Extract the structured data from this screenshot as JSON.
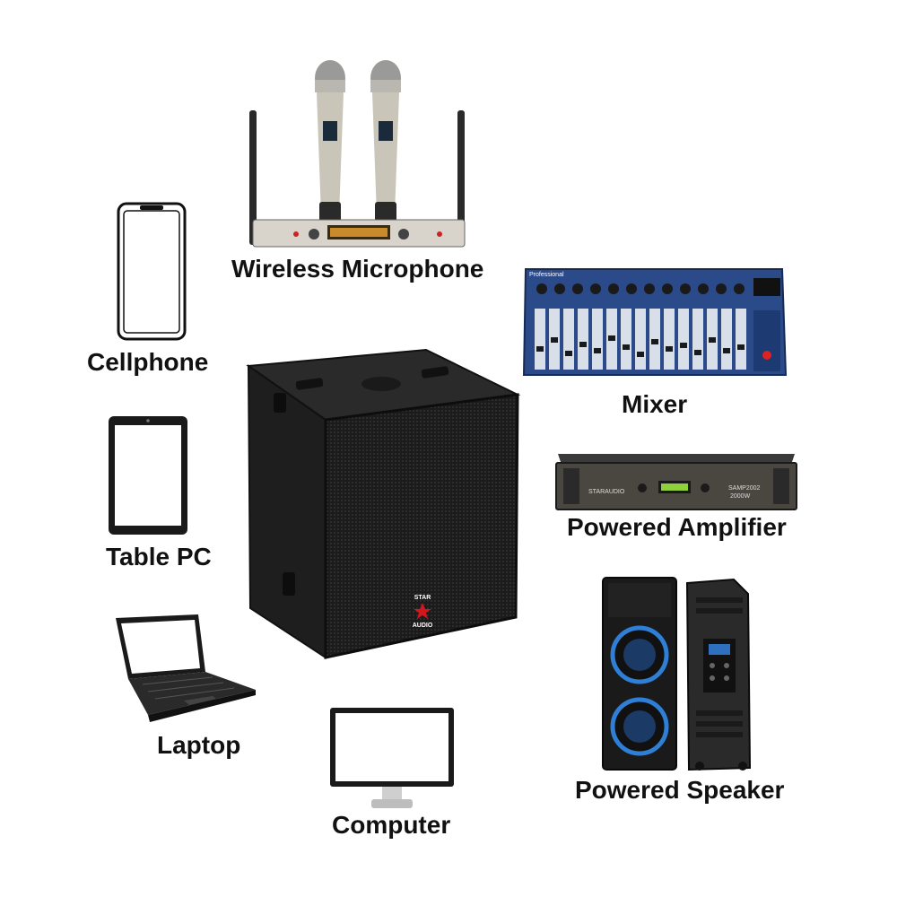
{
  "labels": {
    "wireless_microphone": "Wireless Microphone",
    "cellphone": "Cellphone",
    "mixer": "Mixer",
    "table_pc": "Table PC",
    "powered_amplifier": "Powered Amplifier",
    "laptop": "Laptop",
    "powered_speaker": "Powered Speaker",
    "computer": "Computer"
  },
  "subwoofer_logo": {
    "line1": "STAR",
    "line2": "AUDIO"
  },
  "mixer_brand": "Professional",
  "amplifier": {
    "brand": "STARAUDIO",
    "model": "SAMP2002",
    "power": "2000W"
  },
  "colors": {
    "text": "#111111",
    "mixer_blue": "#2b4a8a",
    "speaker_blue": "#2f7fd6",
    "logo_red": "#d2161e"
  }
}
